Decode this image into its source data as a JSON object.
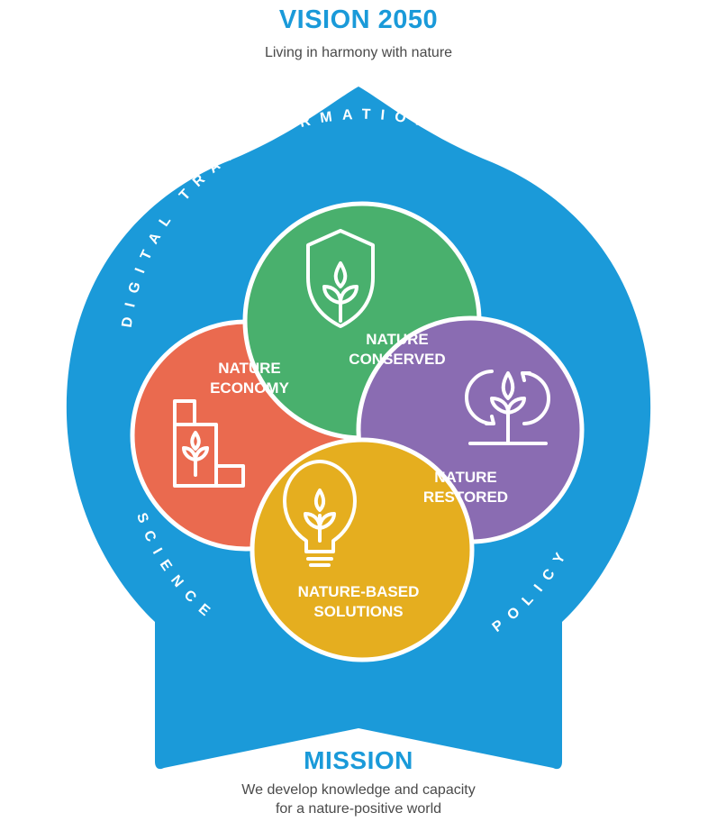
{
  "header": {
    "title": "VISION 2050",
    "subtitle": "Living in harmony with nature"
  },
  "ring": {
    "top": "DIGITAL TRANSFORMATION",
    "left": "SCIENCE",
    "right": "POLICY"
  },
  "circles": {
    "conserved": {
      "line1": "NATURE",
      "line2": "CONSERVED",
      "color": "#49b06d",
      "icon": "shield-sprout-icon"
    },
    "economy": {
      "line1": "NATURE",
      "line2": "ECONOMY",
      "color": "#ea6a4f",
      "icon": "bar-chart-sprout-icon"
    },
    "restored": {
      "line1": "NATURE",
      "line2": "RESTORED",
      "color": "#8a6cb2",
      "icon": "cycle-sprout-icon"
    },
    "solutions": {
      "line1": "NATURE-BASED",
      "line2": "SOLUTIONS",
      "color": "#e5ae1f",
      "icon": "lightbulb-sprout-icon"
    }
  },
  "footer": {
    "title": "MISSION",
    "line1": "We develop knowledge and capacity",
    "line2": "for a nature-positive world"
  },
  "colors": {
    "shape": "#1b9ad9",
    "heading": "#1a9ad9",
    "text": "#4a4a4a"
  }
}
